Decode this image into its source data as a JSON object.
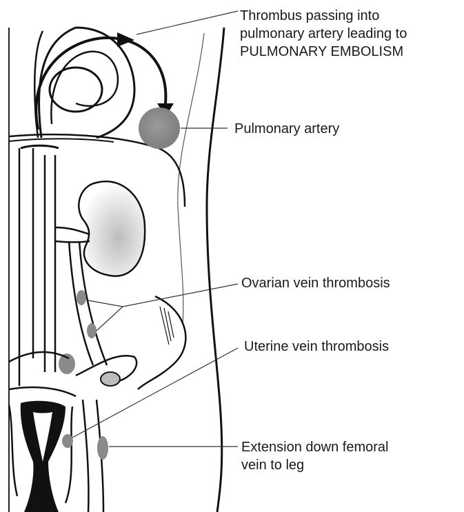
{
  "diagram": {
    "labels": {
      "thrombus_passing": [
        "Thrombus passing into",
        "pulmonary artery leading to",
        "PULMONARY EMBOLISM"
      ],
      "pulmonary_artery": "Pulmonary artery",
      "ovarian_vein": "Ovarian vein thrombosis",
      "uterine_vein": "Uterine vein thrombosis",
      "femoral_extension": [
        "Extension down femoral",
        "vein to leg"
      ]
    },
    "colors": {
      "line": "#111111",
      "thrombus_fill": "#8a8a8a",
      "kidney_shade": "#c8c8c8",
      "uterus_fill": "#111111"
    }
  }
}
